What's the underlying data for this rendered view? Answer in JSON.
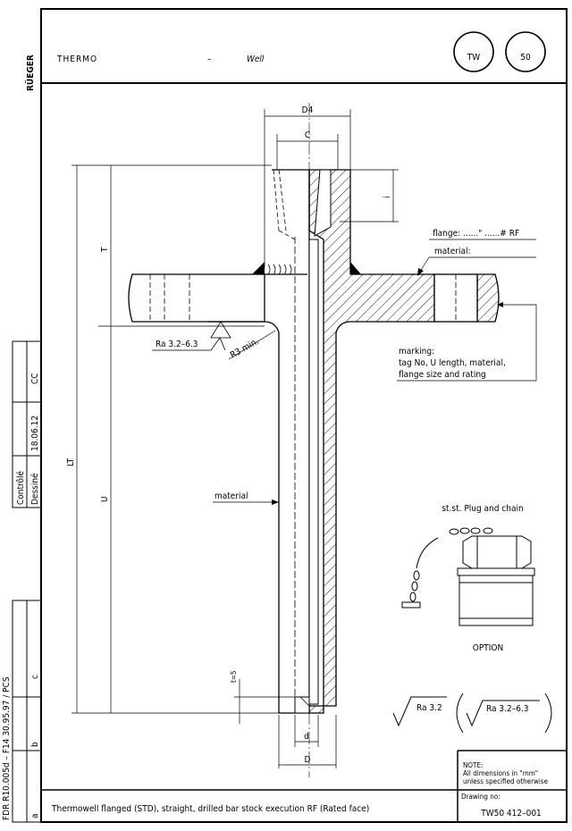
{
  "brand": {
    "logo_text": "RÜEGER"
  },
  "header": {
    "title_main": "THERMO",
    "title_dash": "–",
    "title_sub": "Well",
    "badge_1": "TW",
    "badge_2": "50"
  },
  "side_block": {
    "checked_label": "Contrôlé",
    "drawn_label": "Dessiné",
    "date": "18.06.12",
    "initials": "CC",
    "rev_c": "c",
    "rev_b": "b",
    "rev_a": "a",
    "form_ref": "FDR R10.005d – F14 30.95.97 / PCS"
  },
  "dimensions": {
    "d4": "D4",
    "c": "C",
    "i": "i",
    "t": "T",
    "lt": "LT",
    "u": "U",
    "t_thk": "t=5",
    "d_small": "d",
    "d_large": "D",
    "r3": "R3 min.",
    "ra_flange": "Ra 3.2–6.3"
  },
  "callouts": {
    "flange": "flange: ......\" ......# RF",
    "flange_material": "material:",
    "marking_title": "marking:",
    "marking_line1": "tag No, U length, material,",
    "marking_line2": "flange size and rating",
    "stem_material": "material"
  },
  "option": {
    "title": "st.st. Plug and chain",
    "label": "OPTION"
  },
  "surface": {
    "ra_main": "Ra 3.2",
    "ra_alt": "Ra 3.2–6.3"
  },
  "notes": {
    "note_title": "NOTE:",
    "note_line1": "All dimensions in \"mm\"",
    "note_line2": "unless specified otherwise"
  },
  "title_block": {
    "description": "Thermowell flanged (STD), straight, drilled bar stock execution RF (Rated face)",
    "drawing_no_label": "Drawing no:",
    "drawing_no": "TW50  412–001"
  }
}
